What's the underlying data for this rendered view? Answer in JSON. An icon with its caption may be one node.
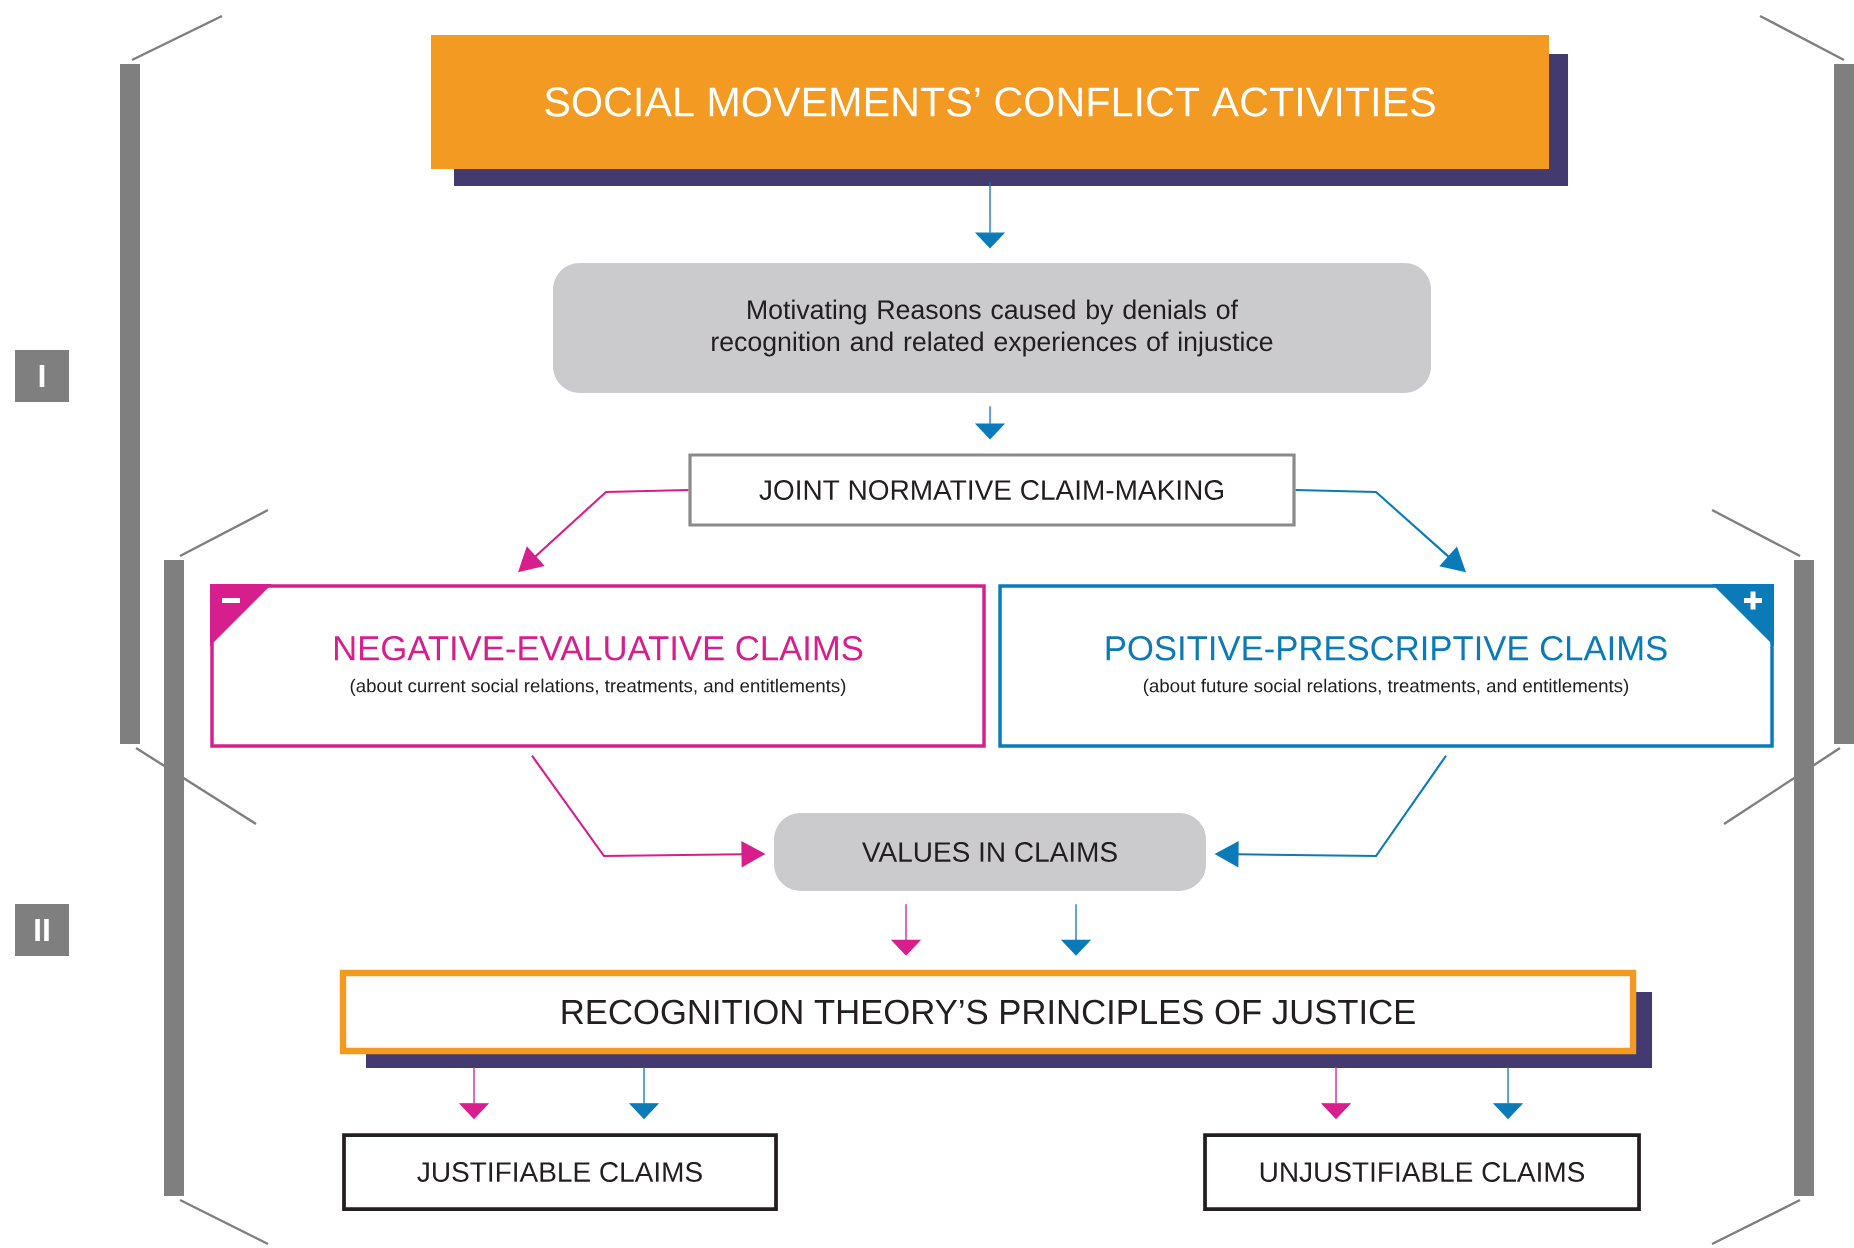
{
  "diagram": {
    "nodes": [
      {
        "text": [
          "SOCIAL MOVEMENTS’ CONFLICT ACTIVITIES"
        ]
      },
      {
        "text": [
          "Motivating Reasons caused by denials of recognition and related experiences of injustice"
        ]
      },
      {
        "text": [
          "JOINT NORMATIVE CLAIM-MAKING"
        ]
      },
      {
        "text": [
          "NEGATIVE-EVALUATIVE CLAIMS",
          "(about current social relations, treatments, and entitlements)"
        ]
      },
      {
        "text": [
          "POSITIVE-PRESCRIPTIVE CLAIMS",
          "(about future social relations, treatments, and entitlements)"
        ]
      },
      {
        "text": [
          "VALUES IN CLAIMS"
        ]
      },
      {
        "text": [
          "RECOGNITION THEORY’S PRINCIPLES OF JUSTICE"
        ]
      },
      {
        "text": [
          "JUSTIFIABLE CLAIMS"
        ]
      },
      {
        "text": [
          "UNJUSTIFIABLE CLAIMS"
        ]
      }
    ],
    "edges": [
      {
        "from": 0,
        "to": 1,
        "arrow": "to",
        "color": "#0a7bb8"
      },
      {
        "from": 1,
        "to": 2,
        "arrow": "to",
        "color": "#0a7bb8"
      },
      {
        "from": 2,
        "to": 3,
        "arrow": "to",
        "color": "#d61f8c"
      },
      {
        "from": 2,
        "to": 4,
        "arrow": "to",
        "color": "#0a7bb8"
      },
      {
        "from": 3,
        "to": 5,
        "arrow": "to",
        "color": "#d61f8c"
      },
      {
        "from": 4,
        "to": 5,
        "arrow": "to",
        "color": "#0a7bb8"
      },
      {
        "from": 5,
        "to": 6,
        "arrow": "to",
        "color": "#d61f8c"
      },
      {
        "from": 5,
        "to": 6,
        "arrow": "to",
        "color": "#0a7bb8"
      },
      {
        "from": 6,
        "to": 7,
        "arrow": "to",
        "color": "#d61f8c"
      },
      {
        "from": 6,
        "to": 7,
        "arrow": "to",
        "color": "#0a7bb8"
      },
      {
        "from": 6,
        "to": 8,
        "arrow": "to",
        "color": "#d61f8c"
      },
      {
        "from": 6,
        "to": 8,
        "arrow": "to",
        "color": "#0a7bb8"
      }
    ],
    "labels": [
      "I",
      "II"
    ]
  }
}
